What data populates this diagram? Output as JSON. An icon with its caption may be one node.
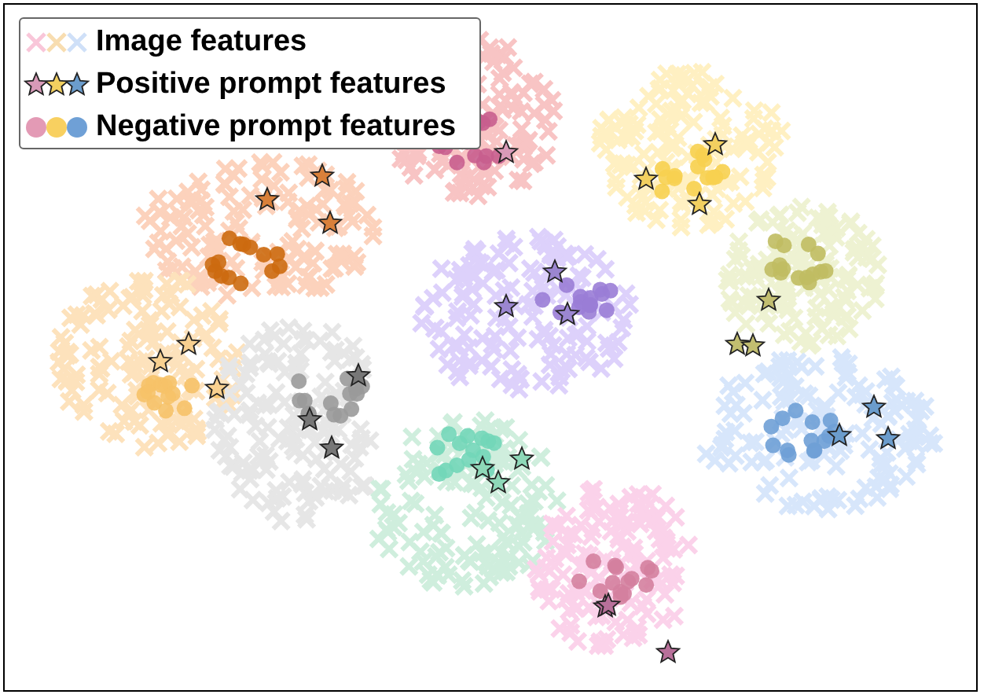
{
  "diagram": {
    "legend": [
      {
        "text": "Image features"
      },
      {
        "text": "Positive prompt features"
      },
      {
        "text": "Negative prompt features"
      }
    ]
  }
}
